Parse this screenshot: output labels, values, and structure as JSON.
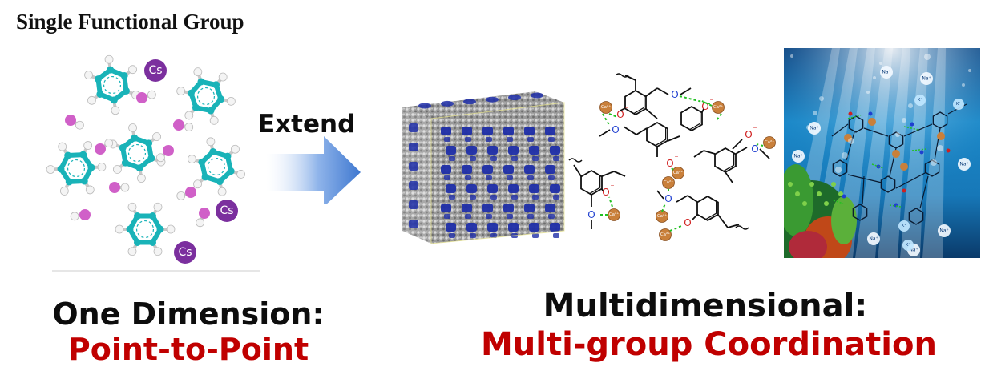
{
  "title": "Single Functional Group",
  "arrow_label": "Extend",
  "left_caption": {
    "line1": "One Dimension:",
    "line2": "Point-to-Point"
  },
  "right_caption": {
    "line1": "Multidimensional:",
    "line2": "Multi-group Coordination"
  },
  "molecule_labels": {
    "cesium": "Cs",
    "calcium": "Ca²⁺",
    "oxygen": "O",
    "minus": "⁻",
    "sodium": "Na⁺",
    "potassium": "K⁺"
  },
  "colors": {
    "accent_red": "#c00000",
    "benzene": "#19b3b8",
    "hydroxyl": "#d060c8",
    "cesium": "#7b2f9e",
    "ether_o": "#1f3fd0",
    "phenoxide_o": "#d02020",
    "calcium": "#c9803b",
    "hbond": "#22c022",
    "arrow": "#4f86d6",
    "cube_blue": "#1f2ea8"
  }
}
